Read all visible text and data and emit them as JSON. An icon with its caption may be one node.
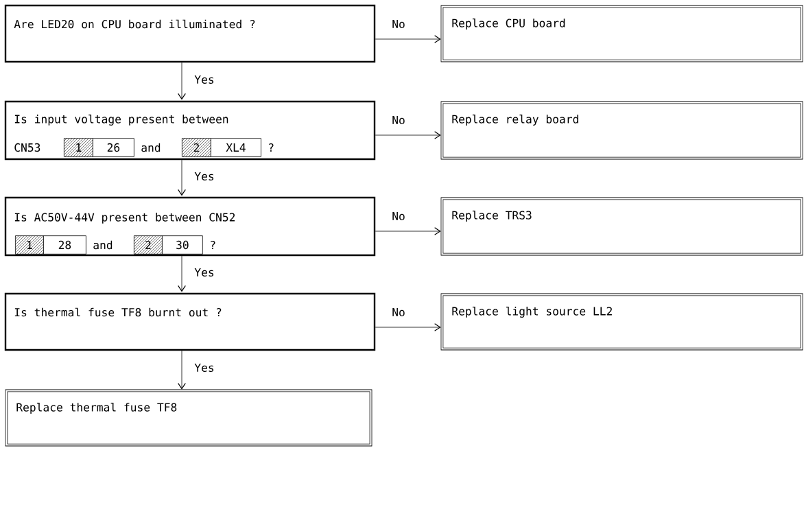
{
  "diagram": {
    "nodes": [
      {
        "text": [
          "Are LED20 on CPU board illuminated ?"
        ]
      },
      {
        "text": [
          "Replace CPU board"
        ]
      },
      {
        "text": [
          "Is input voltage present between",
          "CN53",
          "1",
          "26",
          "and",
          "2",
          "XL4",
          "?"
        ]
      },
      {
        "text": [
          "Replace relay board"
        ]
      },
      {
        "text": [
          "Is AC50V-44V present between CN52",
          "1",
          "28",
          "and",
          "2",
          "30",
          "?"
        ]
      },
      {
        "text": [
          "Replace TRS3"
        ]
      },
      {
        "text": [
          "Is thermal fuse TF8 burnt out ?"
        ]
      },
      {
        "text": [
          "Replace light source LL2"
        ]
      },
      {
        "text": [
          "Replace thermal fuse TF8"
        ]
      }
    ],
    "edges": [
      {
        "from": 0,
        "to": 1,
        "arrow": "to",
        "label": "No"
      },
      {
        "from": 0,
        "to": 2,
        "arrow": "to",
        "label": "Yes"
      },
      {
        "from": 2,
        "to": 3,
        "arrow": "to",
        "label": "No"
      },
      {
        "from": 2,
        "to": 4,
        "arrow": "to",
        "label": "Yes"
      },
      {
        "from": 4,
        "to": 5,
        "arrow": "to",
        "label": "No"
      },
      {
        "from": 4,
        "to": 6,
        "arrow": "to",
        "label": "Yes"
      },
      {
        "from": 6,
        "to": 7,
        "arrow": "to",
        "label": "No"
      },
      {
        "from": 6,
        "to": 8,
        "arrow": "to",
        "label": "Yes"
      }
    ]
  }
}
